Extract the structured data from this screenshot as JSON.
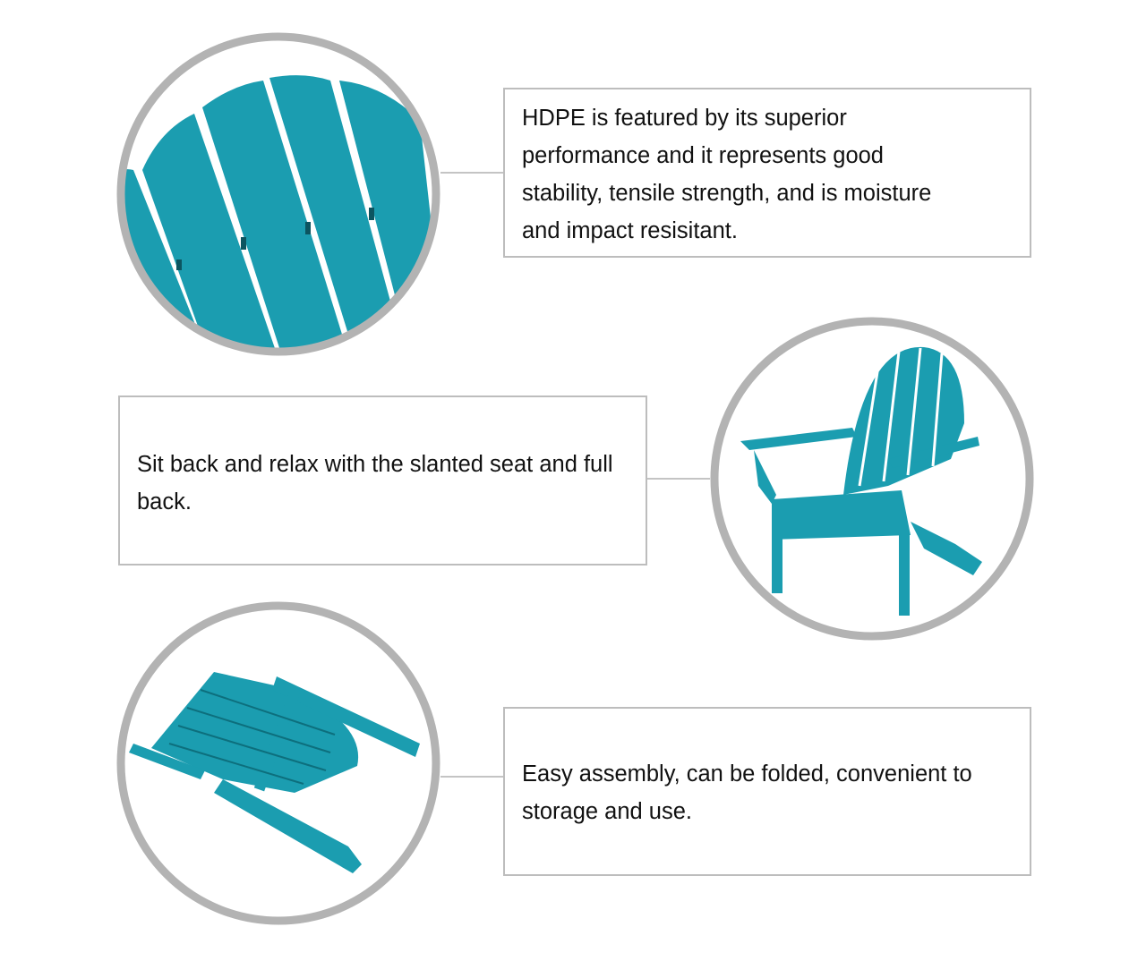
{
  "features": [
    {
      "text": "HDPE is featured by its superior performance and it represents good stability, tensile strength, and is moisture and impact resisitant.",
      "image": "chair-back-slats-closeup"
    },
    {
      "text": "Sit back and relax with the slanted seat and full back.",
      "image": "adirondack-chair"
    },
    {
      "text": "Easy assembly, can be folded, convenient to storage and use.",
      "image": "folded-chair"
    }
  ],
  "colors": {
    "chair": "#1b9db0",
    "ring": "#b3b3b3",
    "border": "#bdbdbd"
  }
}
